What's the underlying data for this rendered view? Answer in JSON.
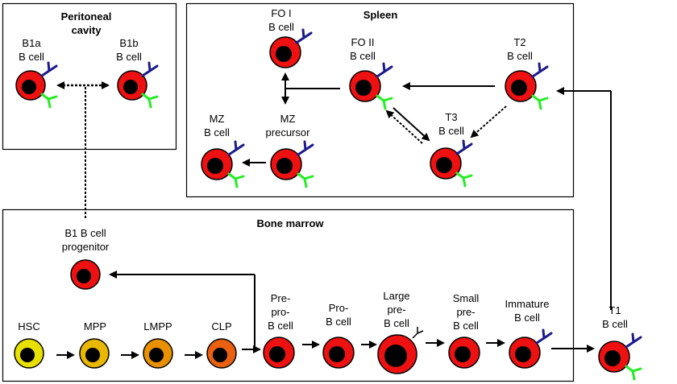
{
  "regions": {
    "peritoneal": [
      "Peritoneal",
      "cavity"
    ],
    "spleen": "Spleen",
    "bone_marrow": "Bone marrow"
  },
  "cells": {
    "b1a": [
      "B1a",
      "B cell"
    ],
    "b1b": [
      "B1b",
      "B cell"
    ],
    "fo1": [
      "FO I",
      "B cell"
    ],
    "fo2": [
      "FO II",
      "B cell"
    ],
    "t2": [
      "T2",
      "B cell"
    ],
    "t3": [
      "T3",
      "B cell"
    ],
    "mz": [
      "MZ",
      "B cell"
    ],
    "mz_precursor": [
      "MZ",
      "precursor"
    ],
    "b1_progenitor": [
      "B1 B cell",
      "progenitor"
    ],
    "hsc": "HSC",
    "mpp": "MPP",
    "lmpp": "LMPP",
    "clp": "CLP",
    "pre_pro_b": [
      "Pre-",
      "pro-",
      "B cell"
    ],
    "pro_b": [
      "Pro-",
      "B cell"
    ],
    "large_pre_b": [
      "Large",
      "pre-",
      "B cell"
    ],
    "small_pre_b": [
      "Small",
      "pre-",
      "B cell"
    ],
    "immature_b": [
      "Immature",
      "B cell"
    ],
    "t1": [
      "T1",
      "B cell"
    ]
  },
  "colors": {
    "b_cell": "#ee1111",
    "nucleus": "#000000",
    "hsc": "#e8e000",
    "mpp": "#e8b800",
    "lmpp": "#e89000",
    "clp": "#e86010",
    "bcr": "#1a1a8c",
    "receptor2": "#22ee22"
  }
}
